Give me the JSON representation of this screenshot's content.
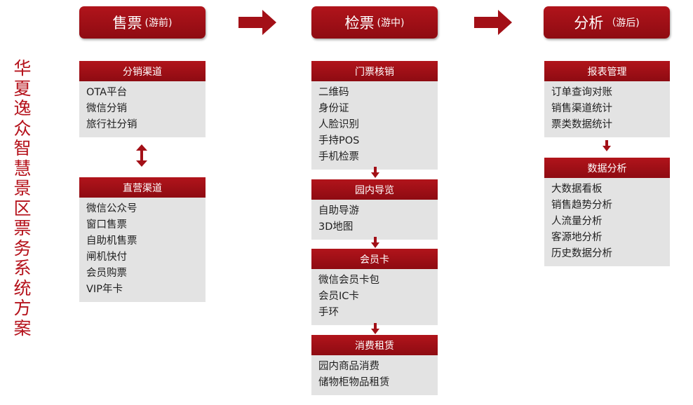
{
  "vertical_title": "华夏逸众智慧景区票务系统方案",
  "phases": [
    {
      "main": "售票",
      "sub": "(游前)"
    },
    {
      "main": "检票",
      "sub": "(游中)"
    },
    {
      "main": "分析",
      "sub": "（游后)"
    }
  ],
  "cards": {
    "distribution": {
      "title": "分销渠道",
      "items": [
        "OTA平台",
        "微信分销",
        "旅行社分销"
      ]
    },
    "direct": {
      "title": "直营渠道",
      "items": [
        "微信公众号",
        "窗口售票",
        "自助机售票",
        "闸机快付",
        "会员购票",
        "VIP年卡"
      ]
    },
    "ticket_check": {
      "title": "门票核销",
      "items": [
        "二维码",
        "身份证",
        "人脸识别",
        "手持POS",
        "手机检票"
      ]
    },
    "park_guide": {
      "title": "园内导览",
      "items": [
        "自助导游",
        "3D地图"
      ]
    },
    "member_card": {
      "title": "会员卡",
      "items": [
        "微信会员卡包",
        "会员IC卡",
        "手环"
      ]
    },
    "consume_rent": {
      "title": "消费租赁",
      "items": [
        "园内商品消费",
        "储物柜物品租赁"
      ]
    },
    "report_mgmt": {
      "title": "报表管理",
      "items": [
        "订单查询对账",
        "销售渠道统计",
        "票类数据统计"
      ]
    },
    "data_analysis": {
      "title": "数据分析",
      "items": [
        "大数据看板",
        "销售趋势分析",
        "人流量分析",
        "客源地分析",
        "历史数据分析"
      ]
    }
  },
  "colors": {
    "accent": "#a31017",
    "panel": "#e3e3e3"
  }
}
